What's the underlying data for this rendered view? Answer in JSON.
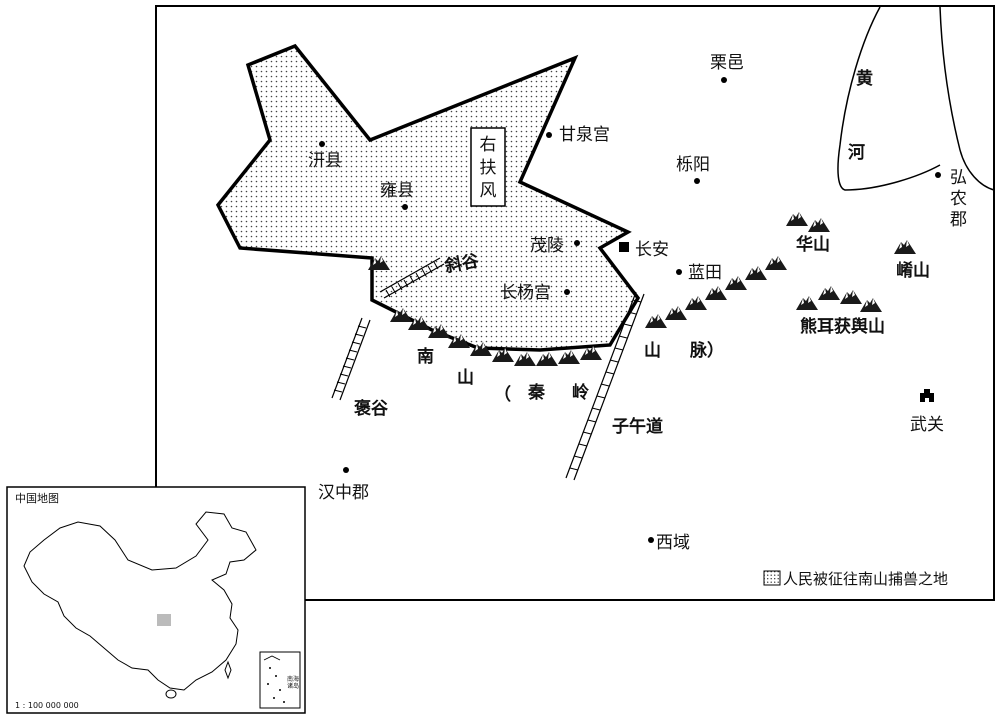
{
  "places": {
    "liyi": "栗邑",
    "ganquan": "甘泉宫",
    "yueyang": "栎阳",
    "qianxian": "汧县",
    "yongxian": "雍县",
    "maoling": "茂陵",
    "changan": "长安",
    "lantian": "蓝田",
    "changyang": "长杨宫",
    "hanzhong": "汉中郡",
    "xiyu": "西域",
    "wuguan": "武关"
  },
  "regions": {
    "youfufeng": [
      "右",
      "扶",
      "风"
    ],
    "hongnong": [
      "弘",
      "农",
      "郡"
    ]
  },
  "rivers": {
    "huanghe": [
      "黄",
      "河"
    ]
  },
  "mountains": {
    "huashan": "华山",
    "xiaoshan": "崤山",
    "xiong": "熊耳获舆山",
    "nanshan_chars": [
      "南",
      "山",
      "（",
      "秦",
      "岭",
      "山",
      "脉）"
    ]
  },
  "passes": {
    "xiegu": "斜谷",
    "baogu": "褒谷",
    "ziwu": "子午道"
  },
  "legend": {
    "label": "人民被征往南山捕兽之地"
  },
  "inset": {
    "title": "中国地图",
    "scale": "1 : 100 000 000",
    "scs_label": [
      "南",
      "海",
      "诸",
      "岛"
    ]
  }
}
